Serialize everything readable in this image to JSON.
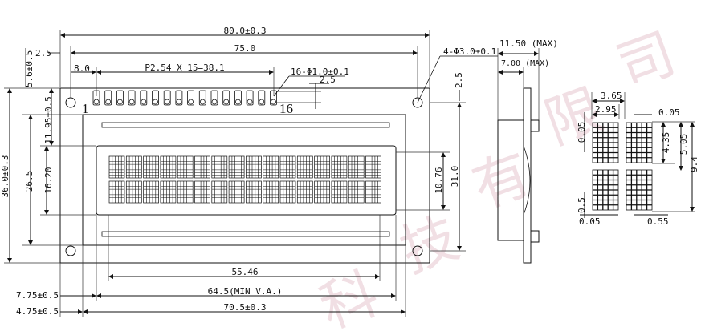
{
  "front_view": {
    "overall_width": "80.0±0.3",
    "hole_pitch": "75.0",
    "hole_offset_x": "2.5",
    "pin_start": "8.0",
    "pin_pitch": "P2.54 X 15=38.1",
    "pin_holes": "16-Φ1.0±0.1",
    "pin_hole_offset": "2.5",
    "mount_holes": "4-Φ3.0±0.1",
    "right_offset": "2.5",
    "pin_first": "1",
    "pin_last": "16",
    "top_offset": "5.6±0.5",
    "viewing_top": "11.95±0.5",
    "overall_height": "36.0±0.3",
    "bezel_height": "26.5",
    "va_height": "16.20",
    "char_area_height": "10.76",
    "pcb_height": "31.0",
    "char_area_width": "55.46",
    "va_left": "7.75±0.5",
    "va_width": "64.5(MIN V.A.)",
    "bezel_left": "4.75±0.5",
    "bezel_width": "70.5±0.3"
  },
  "side_view": {
    "max_thickness": "11.50 (MAX)",
    "module_thickness": "7.00 (MAX)"
  },
  "char_detail": {
    "char_width": "3.65",
    "dot_area_width": "2.95",
    "gap_right": "0.05",
    "gap_top": "0.05",
    "char_height": "4.35",
    "char_pitch_v": "5.05",
    "total_height": "9.4",
    "dot_size": "0.5",
    "gap_bottom_left": "0.05",
    "dot_pitch": "0.55"
  },
  "display": {
    "columns": 16,
    "rows": 2
  },
  "watermark": "司 限 有 技 科"
}
